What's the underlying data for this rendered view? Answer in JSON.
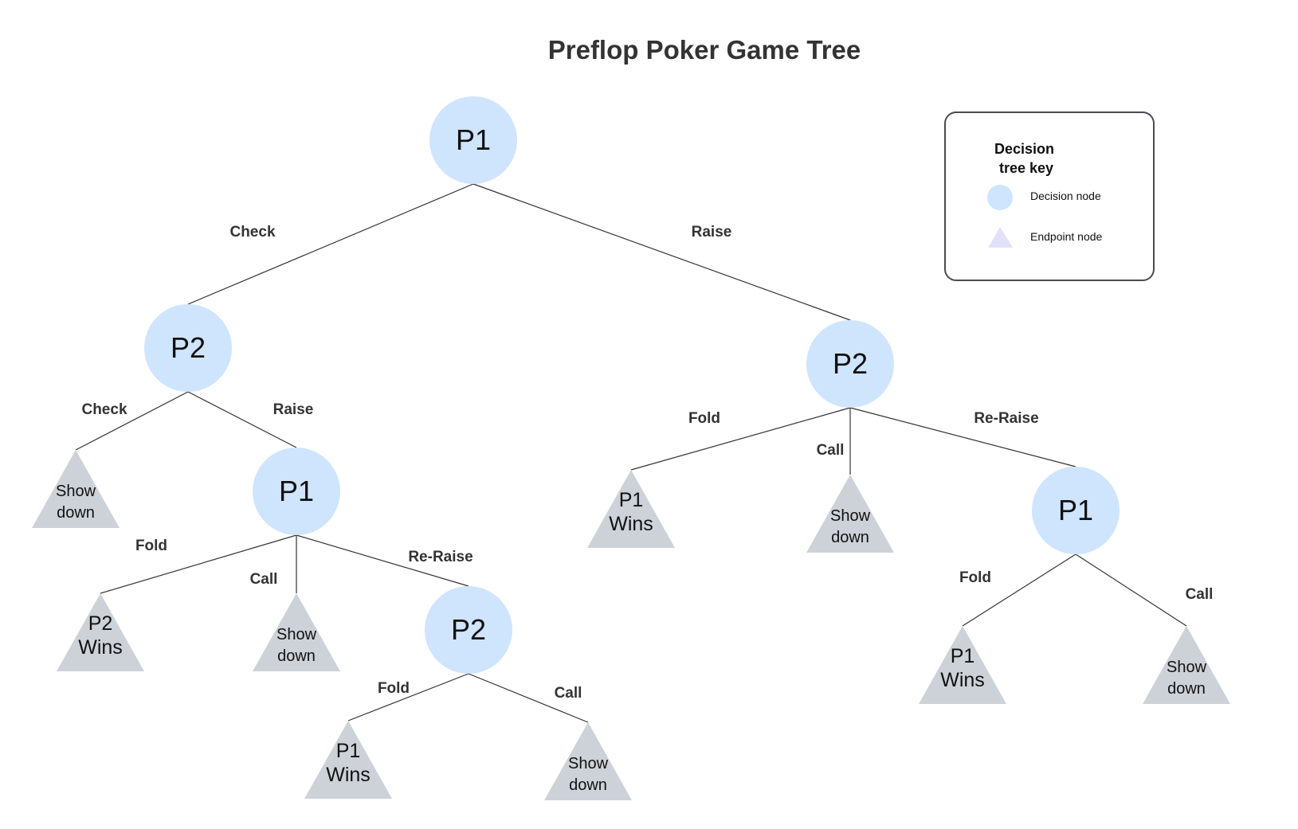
{
  "title": "Preflop Poker Game Tree",
  "legend": {
    "title_lines": [
      "Decision",
      "tree key"
    ],
    "decision_label": "Decision node",
    "endpoint_label": "Endpoint node"
  },
  "colors": {
    "decision_node": "#cfe4fd",
    "endpoint_node": "#cdd2d9",
    "legend_endpoint": "#e1e1fb",
    "edge": "#333333"
  },
  "nodes": [
    {
      "id": "n1",
      "type": "decision",
      "label": "P1"
    },
    {
      "id": "n2",
      "type": "decision",
      "label": "P2"
    },
    {
      "id": "n3",
      "type": "decision",
      "label": "P2"
    },
    {
      "id": "e1",
      "type": "endpoint",
      "lines": [
        "Show",
        "down"
      ]
    },
    {
      "id": "n4",
      "type": "decision",
      "label": "P1"
    },
    {
      "id": "e2",
      "type": "endpoint",
      "lines": [
        "P2",
        "Wins"
      ]
    },
    {
      "id": "e3",
      "type": "endpoint",
      "lines": [
        "Show",
        "down"
      ]
    },
    {
      "id": "n5",
      "type": "decision",
      "label": "P2"
    },
    {
      "id": "e4",
      "type": "endpoint",
      "lines": [
        "P1",
        "Wins"
      ]
    },
    {
      "id": "e5",
      "type": "endpoint",
      "lines": [
        "Show",
        "down"
      ]
    },
    {
      "id": "e6",
      "type": "endpoint",
      "lines": [
        "P1",
        "Wins"
      ]
    },
    {
      "id": "e7",
      "type": "endpoint",
      "lines": [
        "Show",
        "down"
      ]
    },
    {
      "id": "n6",
      "type": "decision",
      "label": "P1"
    },
    {
      "id": "e8",
      "type": "endpoint",
      "lines": [
        "P1",
        "Wins"
      ]
    },
    {
      "id": "e9",
      "type": "endpoint",
      "lines": [
        "Show",
        "down"
      ]
    }
  ],
  "edges": [
    {
      "from": "n1",
      "to": "n2",
      "label": "Check"
    },
    {
      "from": "n1",
      "to": "n3",
      "label": "Raise"
    },
    {
      "from": "n2",
      "to": "e1",
      "label": "Check"
    },
    {
      "from": "n2",
      "to": "n4",
      "label": "Raise"
    },
    {
      "from": "n4",
      "to": "e2",
      "label": "Fold"
    },
    {
      "from": "n4",
      "to": "e3",
      "label": "Call"
    },
    {
      "from": "n4",
      "to": "n5",
      "label": "Re-Raise"
    },
    {
      "from": "n5",
      "to": "e4",
      "label": "Fold"
    },
    {
      "from": "n5",
      "to": "e5",
      "label": "Call"
    },
    {
      "from": "n3",
      "to": "e6",
      "label": "Fold"
    },
    {
      "from": "n3",
      "to": "e7",
      "label": "Call"
    },
    {
      "from": "n3",
      "to": "n6",
      "label": "Re-Raise"
    },
    {
      "from": "n6",
      "to": "e8",
      "label": "Fold"
    },
    {
      "from": "n6",
      "to": "e9",
      "label": "Call"
    }
  ]
}
